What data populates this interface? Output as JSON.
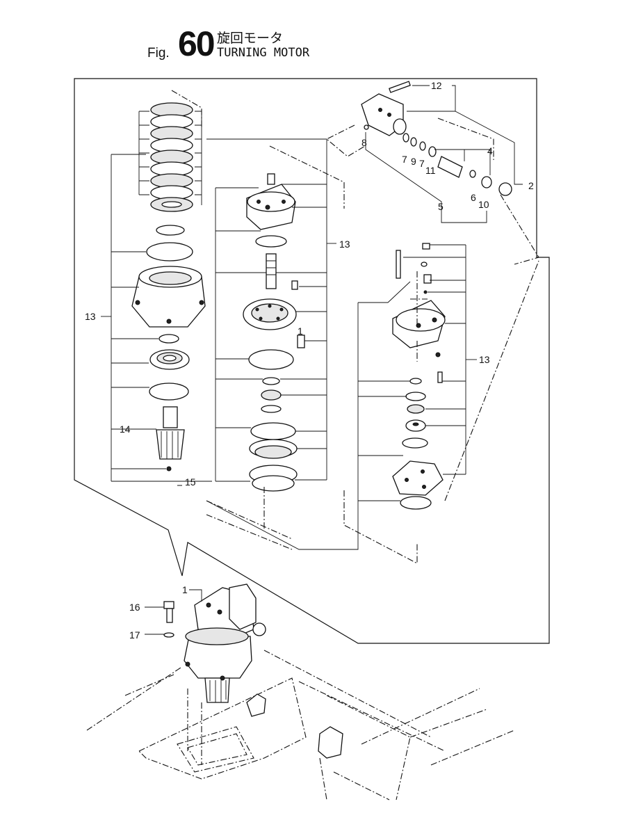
{
  "figure": {
    "prefix": "Fig.",
    "number": "60",
    "title_jp": "旋回モータ",
    "title_en": "TURNING MOTOR"
  },
  "callouts": [
    {
      "id": "c1a",
      "label": "1"
    },
    {
      "id": "c1b",
      "label": "1"
    },
    {
      "id": "c2",
      "label": "2"
    },
    {
      "id": "c4",
      "label": "4"
    },
    {
      "id": "c5",
      "label": "5"
    },
    {
      "id": "c6",
      "label": "6"
    },
    {
      "id": "c7a",
      "label": "7"
    },
    {
      "id": "c7b",
      "label": "7"
    },
    {
      "id": "c8",
      "label": "8"
    },
    {
      "id": "c9",
      "label": "9"
    },
    {
      "id": "c10",
      "label": "10"
    },
    {
      "id": "c11",
      "label": "11"
    },
    {
      "id": "c12",
      "label": "12"
    },
    {
      "id": "c13a",
      "label": "13"
    },
    {
      "id": "c13b",
      "label": "13"
    },
    {
      "id": "c13c",
      "label": "13"
    },
    {
      "id": "c14",
      "label": "14"
    },
    {
      "id": "c15",
      "label": "15"
    },
    {
      "id": "c16",
      "label": "16"
    },
    {
      "id": "c17",
      "label": "17"
    }
  ]
}
